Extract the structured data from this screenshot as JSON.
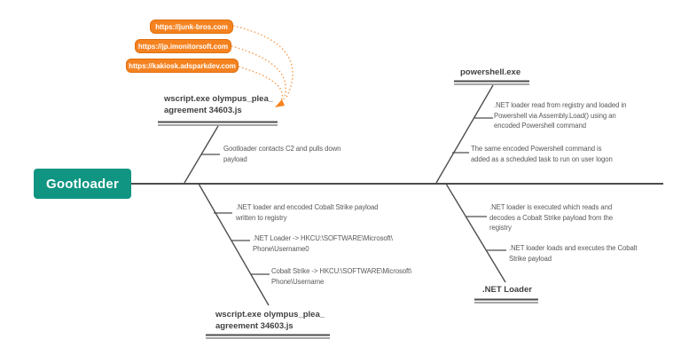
{
  "diagram_title": "Gootloader",
  "colors": {
    "teal": "#0f9582",
    "orange": "#f58220",
    "orange_light": "#f79b4d",
    "orange_border": "#e06f0c",
    "line": "#4d4d4f",
    "text_strong": "#414042",
    "text_note": "#58595b"
  },
  "head": {
    "label": "Gootloader"
  },
  "c2_urls": [
    {
      "label": "https://junk-bros.com"
    },
    {
      "label": "https://jp.imonitorsoft.com"
    },
    {
      "label": "https://kakiosk.adsparkdev.com"
    }
  ],
  "branches": {
    "top_left": {
      "label": "wscript.exe olympus_plea_\nagreement 34603.js",
      "notes": [
        "Gootloader contacts C2 and pulls down\npayload"
      ]
    },
    "top_right": {
      "label": "powershell.exe",
      "notes": [
        ".NET loader read from registry and loaded in\nPowershell via Assembly.Load() using an\nencoded Powershell command",
        "The same encoded Powershell command is\nadded as a scheduled task to run on user logon"
      ]
    },
    "bottom_left": {
      "label": "wscript.exe olympus_plea_\nagreement 34603.js",
      "notes": [
        ".NET loader and encoded Cobalt Strike payload\nwritten to registry",
        ".NET Loader -> HKCU:\\SOFTWARE\\Microsoft\\\nPhone\\Username0",
        "Cobalt Strike -> HKCU:\\SOFTWARE\\Microsoft\\\nPhone\\Username"
      ]
    },
    "bottom_right": {
      "label": ".NET Loader",
      "notes": [
        ".NET loader is executed which reads and\ndecodes a Cobalt Strike payload from the\nregistry",
        ".NET loader loads and executes the Cobalt\nStrike payload"
      ]
    }
  }
}
